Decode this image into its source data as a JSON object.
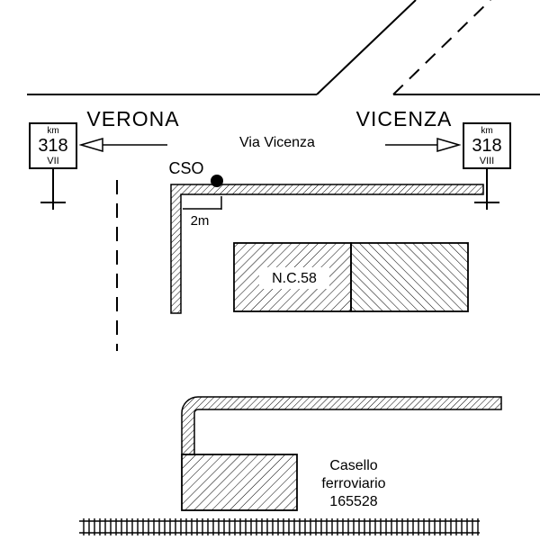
{
  "diagram": {
    "kind": "railway-crossing-site-plan",
    "road_label": "Via Vicenza",
    "direction_left": "VERONA",
    "direction_right": "VICENZA",
    "marker_label": "CSO",
    "dimension_label": "2m",
    "building_label": "N.C.58",
    "casello": {
      "line1": "Casello",
      "line2": "ferroviario",
      "line3": "165528"
    },
    "km_sign_left": {
      "unit": "km",
      "value": "318",
      "numeral": "VII"
    },
    "km_sign_right": {
      "unit": "km",
      "value": "318",
      "numeral": "VIII"
    },
    "colors": {
      "ink": "#000000",
      "paper": "#ffffff"
    }
  }
}
